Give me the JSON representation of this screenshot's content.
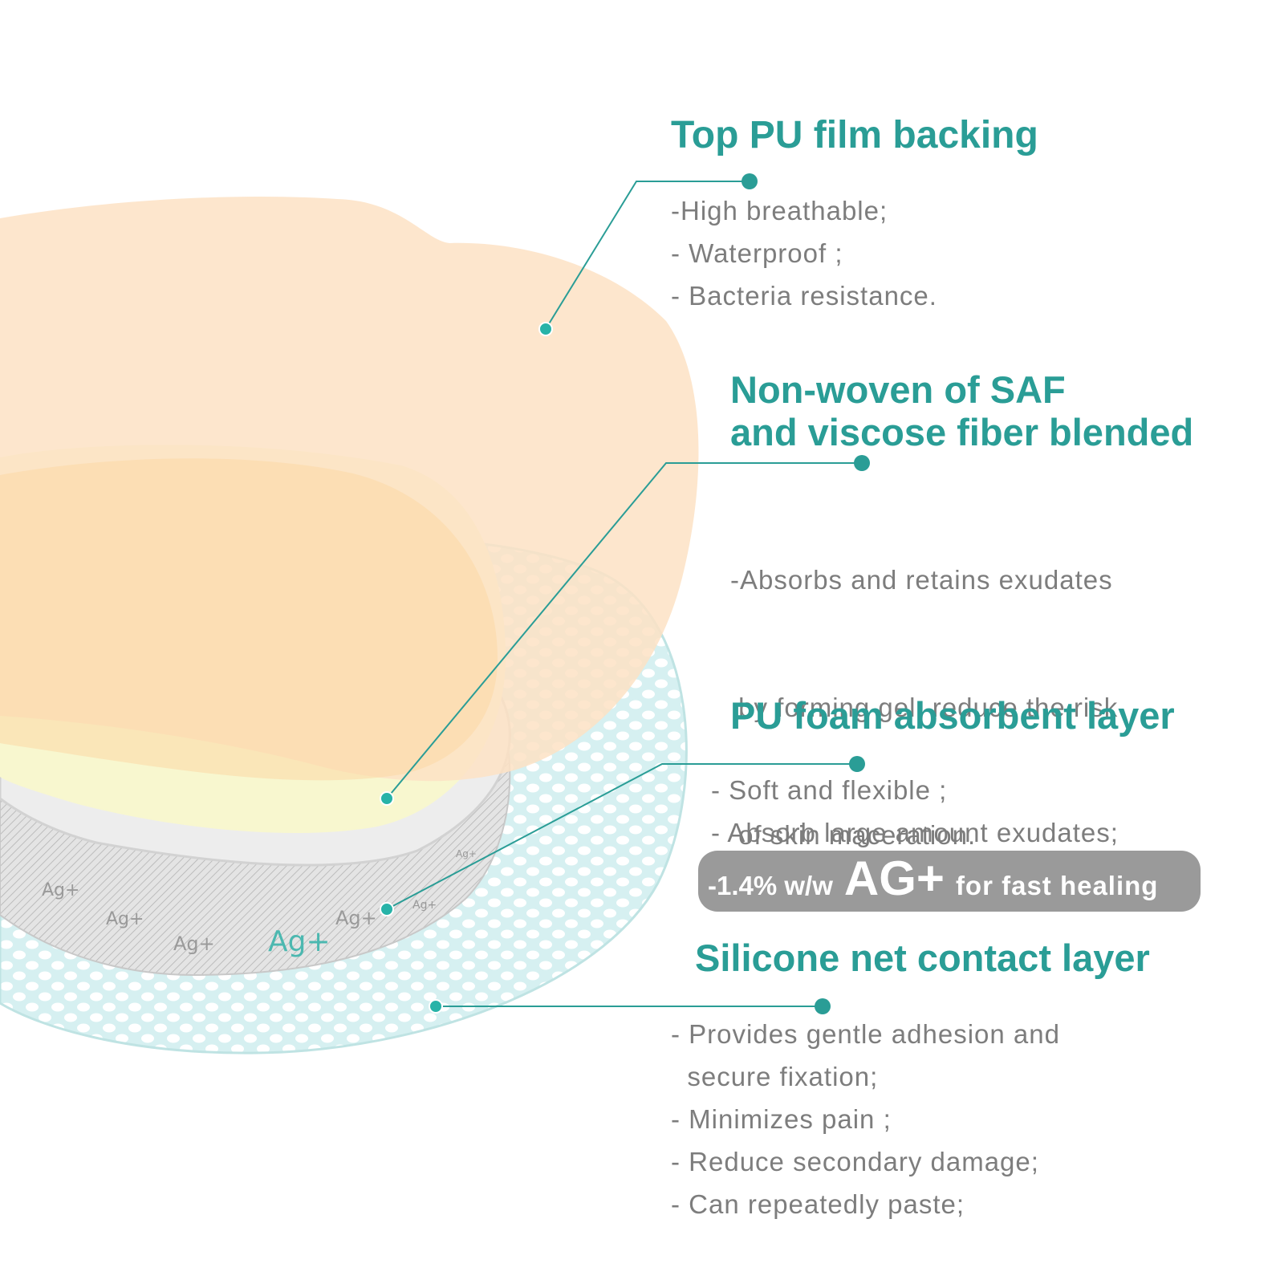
{
  "colors": {
    "accent": "#2a9d96",
    "body_text": "#7d7d7d",
    "banner_bg": "#9a9a9a",
    "pu_film": "#fde6c9",
    "absorbent_core": "#fbe5b1",
    "ag_ring": "#d0d0d0",
    "silicone_net": "#cfeeee"
  },
  "layers": [
    {
      "id": "pu-film",
      "title": "Top  PU film backing",
      "bullets": [
        "-High breathable;",
        "- Waterproof ;",
        "- Bacteria resistance."
      ]
    },
    {
      "id": "non-woven",
      "title_lines": [
        "Non-woven of SAF",
        "and viscose fiber blended"
      ],
      "bullets": [
        "-Absorbs and retains exudates",
        " by forming gel, reduce the risk",
        " of skin maceration."
      ]
    },
    {
      "id": "pu-foam",
      "title": "PU foam absorbent layer",
      "bullets": [
        "- Soft and flexible ;",
        "- Absorb large amount exudates;"
      ]
    },
    {
      "id": "silicone-net",
      "title": "Silicone net contact layer",
      "bullets": [
        "- Provides gentle adhesion and",
        "  secure fixation;",
        "- Minimizes pain ;",
        "- Reduce secondary damage;",
        "- Can repeatedly paste;"
      ]
    }
  ],
  "ag_banner": {
    "prefix": "-1.4% w/w",
    "main": "AG+",
    "suffix": "for fast healing"
  },
  "ag_labels": [
    "Ag+",
    "Ag+",
    "Ag+",
    "Ag+",
    "Ag+",
    "Ag+",
    "Ag+"
  ]
}
